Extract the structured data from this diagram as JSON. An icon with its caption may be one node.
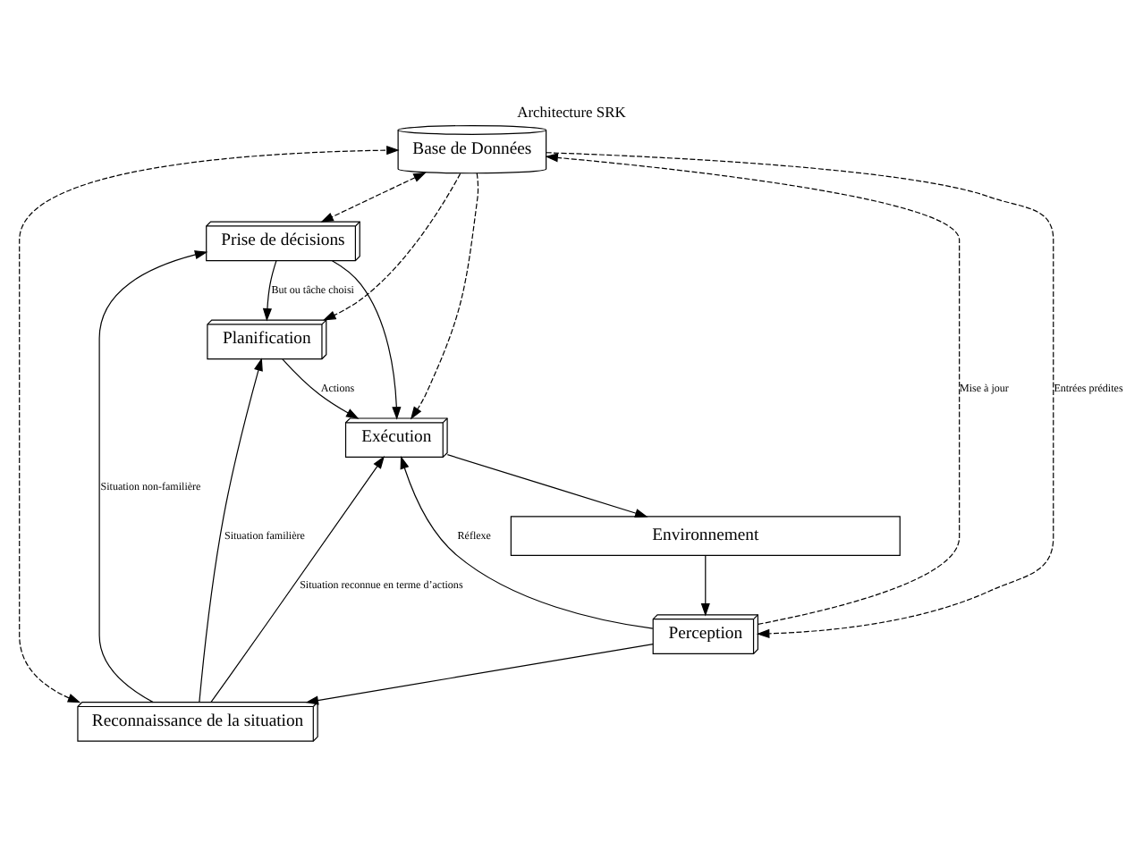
{
  "diagram": {
    "title": "Architecture SRK",
    "nodes": [
      {
        "text": [
          "Base de Données"
        ]
      },
      {
        "text": [
          "Prise de décisions"
        ]
      },
      {
        "text": [
          "Reconnaissance de la situation"
        ]
      },
      {
        "text": [
          "Planification"
        ]
      },
      {
        "text": [
          "Perception"
        ]
      },
      {
        "text": [
          "Exécution"
        ]
      },
      {
        "text": [
          "Environnement"
        ]
      }
    ],
    "edges": [
      {
        "from": 0,
        "to": 1,
        "arrow": "both",
        "style": "dashed"
      },
      {
        "from": 0,
        "to": 3,
        "arrow": "to",
        "style": "dashed"
      },
      {
        "from": 0,
        "to": 5,
        "arrow": "to",
        "style": "dashed"
      },
      {
        "from": 0,
        "to": 4,
        "arrow": "to",
        "style": "dashed",
        "label": "Entrées prédites"
      },
      {
        "from": 4,
        "to": 0,
        "arrow": "to",
        "style": "dashed",
        "label": "Mise à jour"
      },
      {
        "from": 2,
        "to": 0,
        "arrow": "both",
        "style": "dashed"
      },
      {
        "from": 4,
        "to": 2,
        "arrow": "to"
      },
      {
        "from": 2,
        "to": 1,
        "arrow": "to",
        "label": "Situation non-familière"
      },
      {
        "from": 2,
        "to": 3,
        "arrow": "to",
        "label": "Situation familière"
      },
      {
        "from": 2,
        "to": 5,
        "arrow": "to",
        "label": "Situation reconnue en terme d’actions"
      },
      {
        "from": 4,
        "to": 5,
        "arrow": "to",
        "label": "Réflexe"
      },
      {
        "from": 1,
        "to": 3,
        "arrow": "to",
        "label": "But ou tâche choisi"
      },
      {
        "from": 3,
        "to": 5,
        "arrow": "to",
        "label": "Actions"
      },
      {
        "from": 1,
        "to": 5,
        "arrow": "to"
      },
      {
        "from": 5,
        "to": 6,
        "arrow": "to"
      },
      {
        "from": 6,
        "to": 4,
        "arrow": "to"
      }
    ]
  }
}
